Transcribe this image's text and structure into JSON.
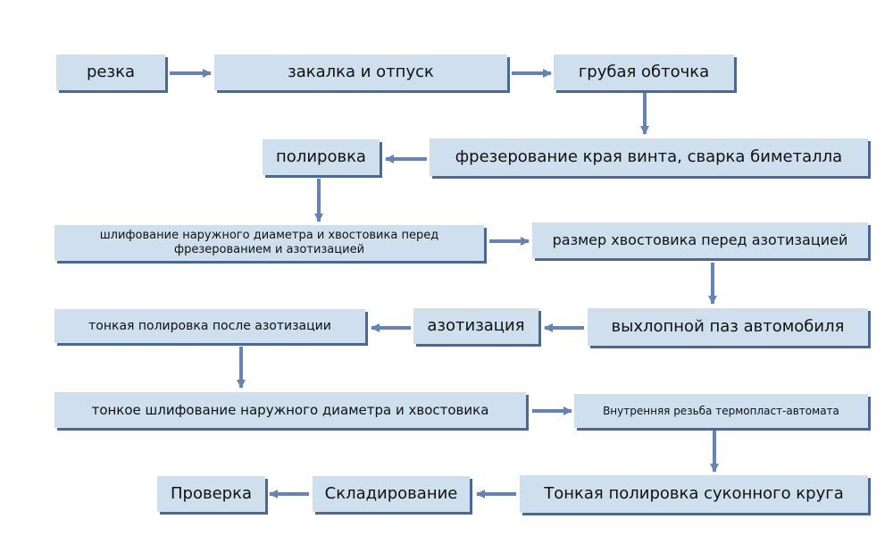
{
  "diagram": {
    "colors": {
      "box_fill": "#cfdfee",
      "box_shadow": "#4a6990",
      "arrow": "#6584b4"
    },
    "steps": [
      {
        "label": "резка"
      },
      {
        "label": "закалка и отпуск"
      },
      {
        "label": "грубая обточка"
      },
      {
        "label": "фрезерование края винта, сварка биметалла"
      },
      {
        "label": "полировка"
      },
      {
        "label": "шлифование наружного диаметра и хвостовика перед фрезерованием и азотизацией"
      },
      {
        "label": "размер хвостовика перед азотизацией"
      },
      {
        "label": "выхлопной паз автомобиля"
      },
      {
        "label": "азотизация"
      },
      {
        "label": "тонкая полировка после азотизации"
      },
      {
        "label": "тонкое шлифование наружного диаметра и хвостовика"
      },
      {
        "label": "Внутренняя резьба термопласт-автомата"
      },
      {
        "label": "Тонкая полировка суконного круга"
      },
      {
        "label": "Складирование"
      },
      {
        "label": "Проверка"
      }
    ]
  }
}
